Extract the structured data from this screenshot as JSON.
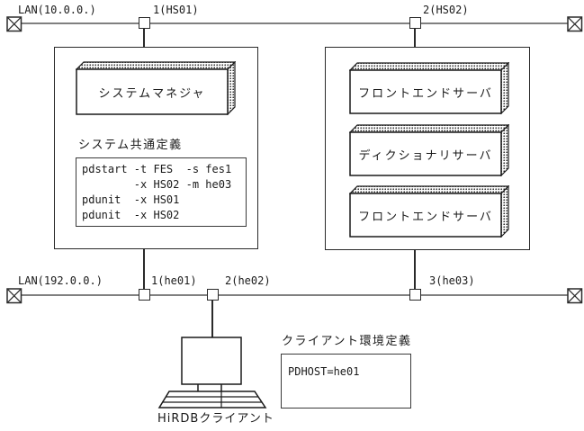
{
  "lan_top": {
    "label": "LAN(10.0.0.)",
    "nodes": [
      {
        "label": "1(HS01)"
      },
      {
        "label": "2(HS02)"
      }
    ]
  },
  "lan_bottom": {
    "label": "LAN(192.0.0.)",
    "nodes": [
      {
        "label": "1(he01)"
      },
      {
        "label": "2(he02)"
      },
      {
        "label": "3(he03)"
      }
    ]
  },
  "left_unit": {
    "server_label": "システムマネジャ",
    "definition_title": "システム共通定義",
    "definition_lines": [
      "pdstart -t FES  -s fes1",
      "        -x HS02 -m he03",
      "pdunit  -x HS01",
      "pdunit  -x HS02"
    ]
  },
  "right_unit": {
    "servers": [
      "フロントエンドサーバ",
      "ディクショナリサーバ",
      "フロントエンドサーバ"
    ]
  },
  "client": {
    "label": "HiRDBクライアント",
    "env_title": "クライアント環境定義",
    "env_lines": [
      "PDHOST=he01"
    ]
  },
  "colors": {
    "lan_line": "#808080",
    "ink": "#2a2a2a",
    "background": "#ffffff"
  }
}
